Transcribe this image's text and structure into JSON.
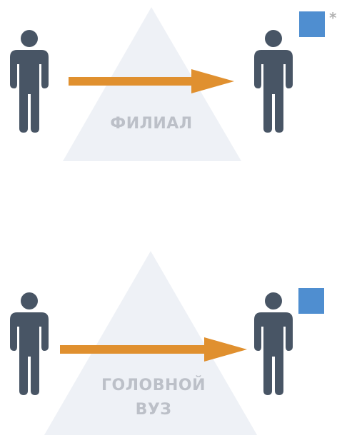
{
  "colors": {
    "person": "#485565",
    "arrow": "#e0902f",
    "triangle": "#eef1f6",
    "triangle_text": "#bcc0c8",
    "badge": "#4f8ed0"
  },
  "icons": {
    "person": "person-icon",
    "arrow": "arrow-right-icon",
    "badge": "square-badge-icon"
  },
  "top_panel": {
    "label_line1": "ФИЛИАЛ",
    "asterisk": "*"
  },
  "bottom_panel": {
    "label_line1": "ГОЛОВНОЙ",
    "label_line2": "ВУЗ"
  }
}
